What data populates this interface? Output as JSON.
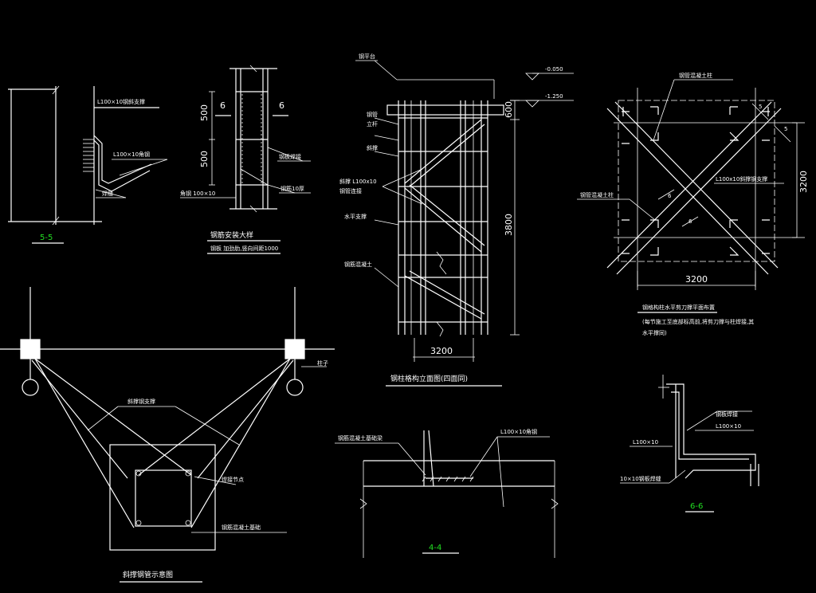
{
  "colors": {
    "background": "#000000",
    "line": "#ffffff",
    "section_label": "#22dd22"
  },
  "section_5_5": {
    "label": "5-5",
    "angle_label": "L100×10钢斜支撑",
    "angle_label_2": "L100×10角钢",
    "weld_label": "焊缝"
  },
  "detail_top_mid": {
    "dim_500_a": "500",
    "dim_500_b": "500",
    "section_mark_left": "6",
    "section_mark_right": "6",
    "label_right_1": "钢板焊接",
    "label_right_2": "钢筋10厚",
    "label_left": "角钢 100×10",
    "caption": "钢筋安装大样",
    "subcaption": "钢板  加劲肋,竖向间距1000"
  },
  "elevation": {
    "top_label": "钢平台",
    "level_1": "-0.050",
    "level_2": "-1.250",
    "left_labels": [
      "钢管",
      "立杆",
      "斜撑",
      "斜撑 L100x10",
      "钢管连接",
      "水平支撑",
      "钢筋混凝土"
    ],
    "dim_height": "3800",
    "dim_top": "600",
    "dim_width": "3200",
    "caption": "钢柱格构立面图(四面同)"
  },
  "plan": {
    "label_top": "钢管混凝土柱",
    "label_left": "钢管混凝土柱",
    "angle_label": "L100x10斜撑钢支撑",
    "dim_width": "3200",
    "dim_height": "3200",
    "mark_5a": "5",
    "mark_5b": "5",
    "mark_6a": "6",
    "mark_6b": "6",
    "caption": "钢格构柱水平剪刀撑平面布置",
    "note_line_1": "(每节施工至底部标高前,将剪刀撑与柱焊接,其",
    "note_line_2": "水平撑同)"
  },
  "bottom_left": {
    "col_label": "柱子",
    "brace_label": "斜撑钢支撑",
    "weld_label": "焊接节点",
    "base_label": "钢筋混凝土基础",
    "caption": "斜撑钢管示意图"
  },
  "section_4_4": {
    "label": "4-4",
    "label_left": "钢筋混凝土基础梁",
    "label_right": "L100×10角钢"
  },
  "section_6_6": {
    "label": "6-6",
    "label_top": "钢板焊接",
    "label_angle": "L100×10",
    "label_left": "L100×10",
    "label_bottom": "10×10钢板焊缝"
  }
}
